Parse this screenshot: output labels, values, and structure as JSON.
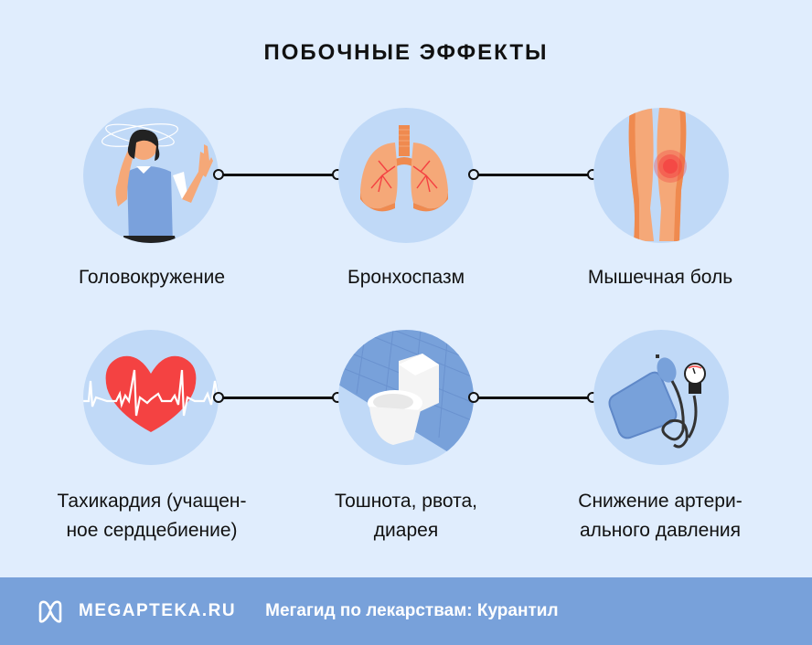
{
  "title": "ПОБОЧНЫЕ ЭФФЕКТЫ",
  "effects": [
    {
      "label": "Головокружение",
      "icon": "dizzy-woman-icon"
    },
    {
      "label": "Бронхоспазм",
      "icon": "lungs-icon"
    },
    {
      "label": "Мышечная боль",
      "icon": "legs-pain-icon"
    },
    {
      "label_line1": "Тахикардия (учащен-",
      "label_line2": "ное сердцебиение)",
      "icon": "heart-ecg-icon"
    },
    {
      "label_line1": "Тошнота, рвота,",
      "label_line2": "диарея",
      "icon": "toilet-icon"
    },
    {
      "label_line1": "Снижение артери-",
      "label_line2": "ального давления",
      "icon": "blood-pressure-monitor-icon"
    }
  ],
  "footer": {
    "brand": "MEGAPTEKA.RU",
    "tagline": "Мегагид по лекарствам: Курантил"
  },
  "colors": {
    "background": "#e0edfd",
    "circle": "#c0d9f7",
    "footer": "#78a1da",
    "accent_red": "#f44242",
    "skin": "#f5a878"
  }
}
